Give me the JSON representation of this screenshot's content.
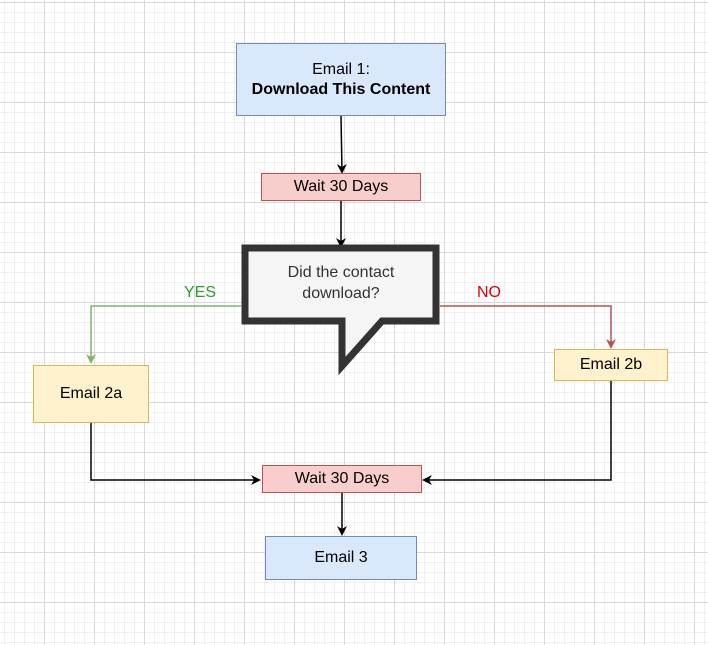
{
  "nodes": {
    "email1": {
      "line1": "Email 1:",
      "line2": "Download This Content"
    },
    "wait_top": {
      "label": "Wait 30 Days"
    },
    "decision": {
      "line1": "Did the contact",
      "line2": "download?"
    },
    "email2a": {
      "label": "Email 2a"
    },
    "email2b": {
      "label": "Email 2b"
    },
    "wait_bottom": {
      "label": "Wait 30 Days"
    },
    "email3": {
      "label": "Email 3"
    }
  },
  "edge_labels": {
    "yes": "YES",
    "no": "NO"
  },
  "colors": {
    "yes": "#2d9a2d",
    "yes_line": "#82b366",
    "no": "#d60000",
    "no_line": "#b85450",
    "connector": "#000000"
  }
}
